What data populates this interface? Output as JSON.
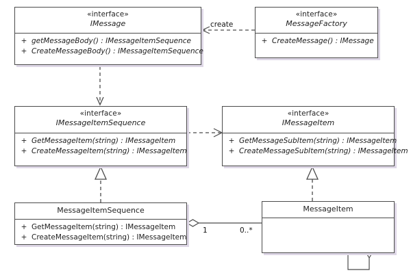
{
  "diagram": {
    "title": "UML class diagram - Message / MessageFactory",
    "background": "#ffffff",
    "line_color": "#4a4a4a",
    "shadow_color": "#ded7e6",
    "text_color": "#1d1d1d"
  },
  "classes": [
    {
      "id": "imessage",
      "stereotype": "«interface»",
      "name": "IMessage",
      "italic_name": true,
      "members": [
        {
          "visibility": "+",
          "signature": "getMessageBody() : IMessageItemSequence",
          "italic": true
        },
        {
          "visibility": "+",
          "signature": "CreateMessageBody() : IMessageItemSequence",
          "italic": true
        }
      ]
    },
    {
      "id": "messagefactory",
      "stereotype": "«interface»",
      "name": "MessageFactory",
      "italic_name": true,
      "members": [
        {
          "visibility": "+",
          "signature": "CreateMessage() : IMessage",
          "italic": true
        }
      ]
    },
    {
      "id": "imessageitemsequence",
      "stereotype": "«interface»",
      "name": "IMessageItemSequence",
      "italic_name": true,
      "members": [
        {
          "visibility": "+",
          "signature": "GetMessageItem(string) : IMessageItem",
          "italic": true
        },
        {
          "visibility": "+",
          "signature": "CreateMessageItem(string) : IMessageItem",
          "italic": true
        }
      ]
    },
    {
      "id": "imessageitem",
      "stereotype": "«interface»",
      "name": "IMessageItem",
      "italic_name": true,
      "members": [
        {
          "visibility": "+",
          "signature": "GetMessageSubItem(string) : IMessageItem",
          "italic": true
        },
        {
          "visibility": "+",
          "signature": "CreateMessageSubItem(string) : IMessageItem",
          "italic": true
        }
      ]
    },
    {
      "id": "messageitemsequence",
      "stereotype": "",
      "name": "MessageItemSequence",
      "italic_name": false,
      "members": [
        {
          "visibility": "+",
          "signature": "GetMessageItem(string) : IMessageItem",
          "italic": false
        },
        {
          "visibility": "+",
          "signature": "CreateMessageItem(string) : IMessageItem",
          "italic": false
        }
      ]
    },
    {
      "id": "messageitem",
      "stereotype": "",
      "name": "MessageItem",
      "italic_name": false,
      "members": []
    }
  ],
  "edges": {
    "create_label": "create",
    "multiplicity_one": "1",
    "multiplicity_many": "0..*"
  }
}
